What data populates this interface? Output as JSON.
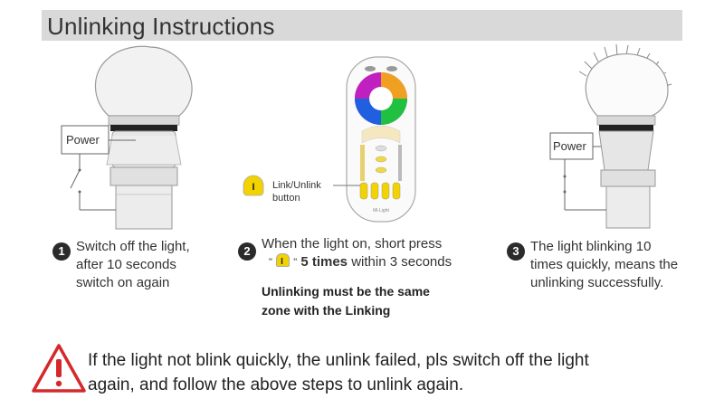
{
  "title": "Unlinking Instructions",
  "steps": [
    {
      "num": "1",
      "lines": [
        "Switch off the light,",
        "after 10 seconds",
        "switch on again"
      ]
    },
    {
      "num": "2",
      "line1": "When the light on, short press",
      "quote_open": "\"",
      "quote_close": "\"",
      "emph": "5 times",
      "rest": " within 3 seconds"
    },
    {
      "num": "3",
      "lines": [
        "The light blinking 10",
        "times quickly, means the",
        "unlinking successfully."
      ]
    }
  ],
  "note_lines": [
    "Unlinking must be the same",
    "zone with the Linking"
  ],
  "power_label": "Power",
  "button_label": [
    "Link/Unlink",
    "button"
  ],
  "button_glyph": "I",
  "remote_brand": "Mi-Light",
  "warning_lines": [
    "If the light not blink quickly, the unlink failed, pls switch off the light",
    "again, and follow the above steps to unlink again."
  ],
  "colors": {
    "title_bar": "#d9d9d9",
    "button_yellow": "#f2d200",
    "warning_red": "#d6282b"
  }
}
